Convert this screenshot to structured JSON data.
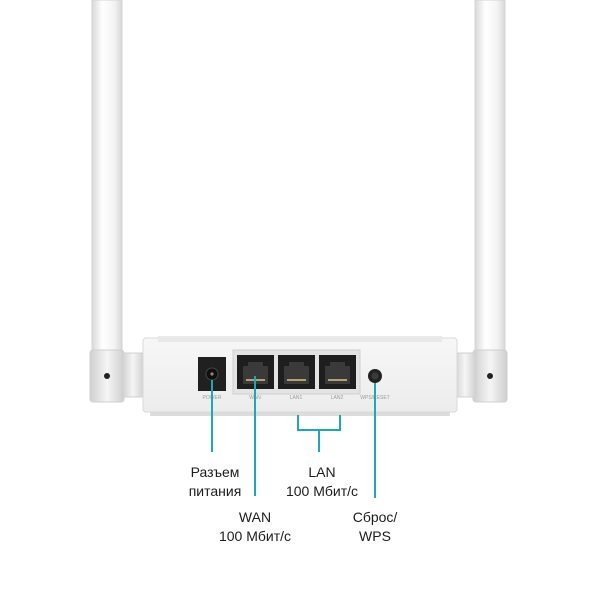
{
  "port_labels": {
    "power": "POWER",
    "wan": "WAN",
    "lan1": "LAN1",
    "lan2": "LAN2",
    "reset": "WPS/RESET"
  },
  "callouts": {
    "power": {
      "line1": "Разъем",
      "line2": "питания"
    },
    "lan": {
      "line1": "LAN",
      "line2": "100 Мбит/с"
    },
    "wan": {
      "line1": "WAN",
      "line2": "100 Мбит/с"
    },
    "reset": {
      "line1": "Сброс/",
      "line2": "WPS"
    }
  },
  "colors": {
    "accent": "#1fa6b8",
    "body": "#f2f2f2",
    "antenna": "#f4f4f4",
    "port": "#202020"
  }
}
